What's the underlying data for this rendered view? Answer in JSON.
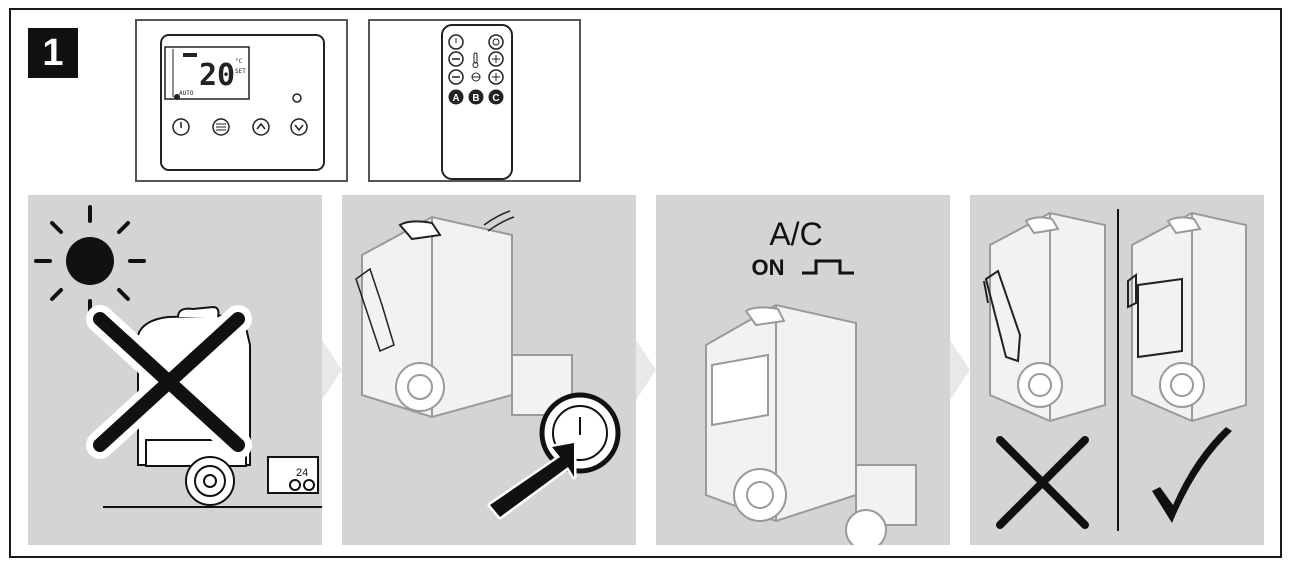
{
  "step_number": "1",
  "wall_panel": {
    "temperature": "20",
    "unit": "°C",
    "set_label": "SET",
    "mode_label": "AUTO",
    "buttons": [
      "power-icon",
      "menu-icon",
      "up-arrow-icon",
      "down-arrow-icon"
    ]
  },
  "remote": {
    "buttons": [
      "power-icon",
      "settings-icon",
      "minus-icon",
      "thermometer-icon",
      "plus-icon",
      "minus-icon",
      "fan-icon",
      "plus-icon"
    ],
    "mode_buttons": [
      "A",
      "B",
      "C"
    ]
  },
  "panels": [
    {
      "name": "sun-heat-warning",
      "description_icon": "sun-icon",
      "mark": "cross-icon",
      "trailer_label": "24"
    },
    {
      "name": "doors-closed-power-on",
      "mark": "power-button-icon"
    },
    {
      "name": "ac-on",
      "ac_label": "A/C",
      "on_label": "ON"
    },
    {
      "name": "door-open-vs-closed",
      "marks": [
        "cross-icon",
        "check-icon"
      ]
    }
  ],
  "colors": {
    "panel_bg": "#d4d4d4",
    "line": "#1a1a1a",
    "truck_line": "#9a9a9a"
  }
}
